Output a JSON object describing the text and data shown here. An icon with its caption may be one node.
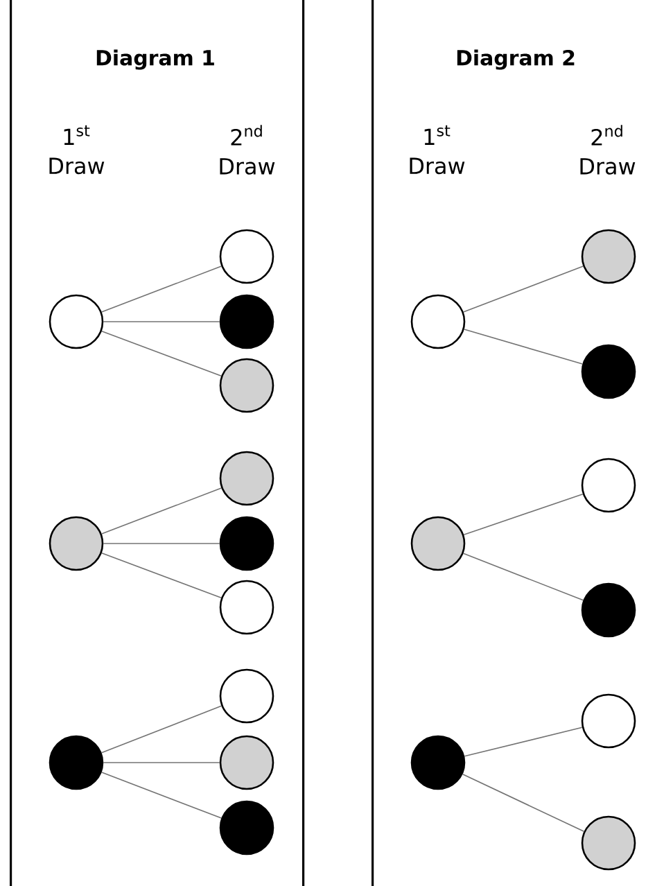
{
  "diagram": {
    "nodes": [
      {
        "text": [
          "Diagram 1"
        ]
      },
      {
        "text": [],
        "shape": "circle",
        "in": 0
      },
      {
        "text": [],
        "shape": "circle",
        "in": 0
      },
      {
        "text": [],
        "shape": "circle",
        "in": 0
      },
      {
        "text": [],
        "shape": "circle",
        "in": 0
      },
      {
        "text": [],
        "shape": "circle",
        "in": 0
      },
      {
        "text": [],
        "shape": "circle",
        "in": 0
      },
      {
        "text": [],
        "shape": "circle",
        "in": 0
      },
      {
        "text": [],
        "shape": "circle",
        "in": 0
      },
      {
        "text": [],
        "shape": "circle",
        "in": 0
      },
      {
        "text": [],
        "shape": "circle",
        "in": 0
      },
      {
        "text": [],
        "shape": "circle",
        "in": 0
      },
      {
        "text": [],
        "shape": "circle",
        "in": 0
      },
      {
        "text": [
          "Diagram 2"
        ]
      },
      {
        "text": [],
        "shape": "circle",
        "in": 13
      },
      {
        "text": [],
        "shape": "circle",
        "in": 13
      },
      {
        "text": [],
        "shape": "circle",
        "in": 13
      },
      {
        "text": [],
        "shape": "circle",
        "in": 13
      },
      {
        "text": [],
        "shape": "circle",
        "in": 13
      },
      {
        "text": [],
        "shape": "circle",
        "in": 13
      },
      {
        "text": [],
        "shape": "circle",
        "in": 13
      },
      {
        "text": [],
        "shape": "circle",
        "in": 13
      },
      {
        "text": [],
        "shape": "circle",
        "in": 13
      }
    ],
    "edges": [
      {
        "from": 1,
        "to": 4,
        "arrow": "none"
      },
      {
        "from": 1,
        "to": 5,
        "arrow": "none"
      },
      {
        "from": 1,
        "to": 6,
        "arrow": "none"
      },
      {
        "from": 2,
        "to": 7,
        "arrow": "none"
      },
      {
        "from": 2,
        "to": 8,
        "arrow": "none"
      },
      {
        "from": 2,
        "to": 9,
        "arrow": "none"
      },
      {
        "from": 3,
        "to": 10,
        "arrow": "none"
      },
      {
        "from": 3,
        "to": 11,
        "arrow": "none"
      },
      {
        "from": 3,
        "to": 12,
        "arrow": "none"
      },
      {
        "from": 14,
        "to": 17,
        "arrow": "none"
      },
      {
        "from": 14,
        "to": 18,
        "arrow": "none"
      },
      {
        "from": 15,
        "to": 19,
        "arrow": "none"
      },
      {
        "from": 15,
        "to": 20,
        "arrow": "none"
      },
      {
        "from": 16,
        "to": 21,
        "arrow": "none"
      },
      {
        "from": 16,
        "to": 22,
        "arrow": "none"
      }
    ],
    "labels": [
      "1$^{st}$ Draw",
      "2$^{nd}$ Draw",
      "1$^{st}$ Draw",
      "2$^{nd}$ Draw"
    ]
  }
}
